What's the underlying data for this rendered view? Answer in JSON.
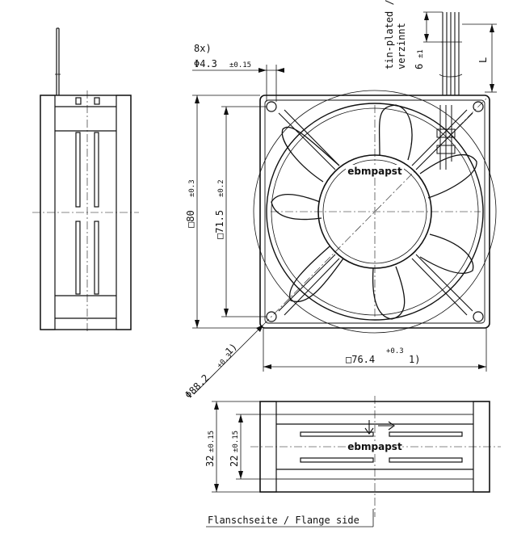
{
  "labels": {
    "hole_count": "8x)",
    "hole_diameter": "Φ4.3",
    "hole_tol": "±0.15",
    "wire_note_1": "tin-plated /",
    "wire_note_2": "verzinnt",
    "wire_strip": "6",
    "wire_strip_tol": "±1",
    "wire_length": "L",
    "frame_size": "□80",
    "frame_size_tol": "±0.3",
    "hole_pitch": "□71.5",
    "hole_pitch_tol": "±0.2",
    "diagonal": "Φ88.2",
    "diagonal_tol": "+0.3",
    "diagonal_note": "1)",
    "flange_width": "□76.4",
    "flange_width_tol": "+0.3",
    "flange_note": "1)",
    "depth_total": "32",
    "depth_total_tol": "±0.15",
    "depth_inner": "22",
    "depth_inner_tol": "±0.15",
    "flange_side": "Flanschseite / Flange side"
  },
  "brand": {
    "logo_front": "ebmpapst",
    "logo_bottom": "ebmpapst"
  }
}
